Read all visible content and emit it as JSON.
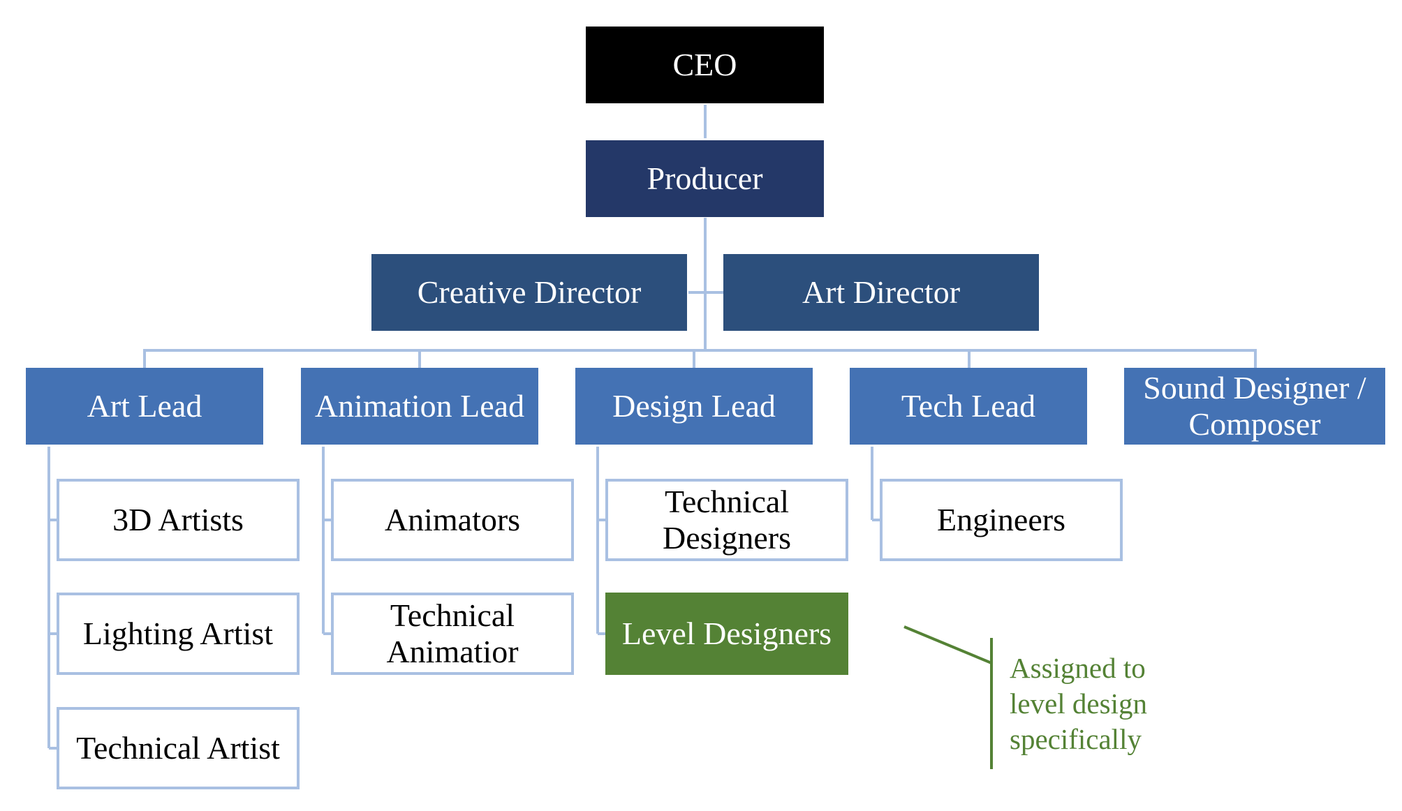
{
  "diagram": {
    "colors": {
      "ceo": "#000000",
      "producer": "#243868",
      "director": "#2c4f7c",
      "lead": "#4472b4",
      "member_border": "#a9c0e2",
      "highlight": "#548235",
      "connector": "#a9c0e2"
    },
    "ceo": "CEO",
    "producer": "Producer",
    "directors": [
      "Creative Director",
      "Art Director"
    ],
    "leads": [
      {
        "label": "Art Lead",
        "members": [
          "3D Artists",
          "Lighting Artist",
          "Technical Artist"
        ]
      },
      {
        "label": "Animation Lead",
        "members": [
          "Animators",
          "Technical\nAnimatior"
        ]
      },
      {
        "label": "Design Lead",
        "members": [
          "Technical\nDesigners",
          "Level Designers"
        ]
      },
      {
        "label": "Tech Lead",
        "members": [
          "Engineers"
        ]
      },
      {
        "label": "Sound Designer /\nComposer",
        "members": []
      }
    ],
    "highlighted_member": "Level Designers",
    "annotation": "Assigned to\nlevel design\nspecifically"
  }
}
